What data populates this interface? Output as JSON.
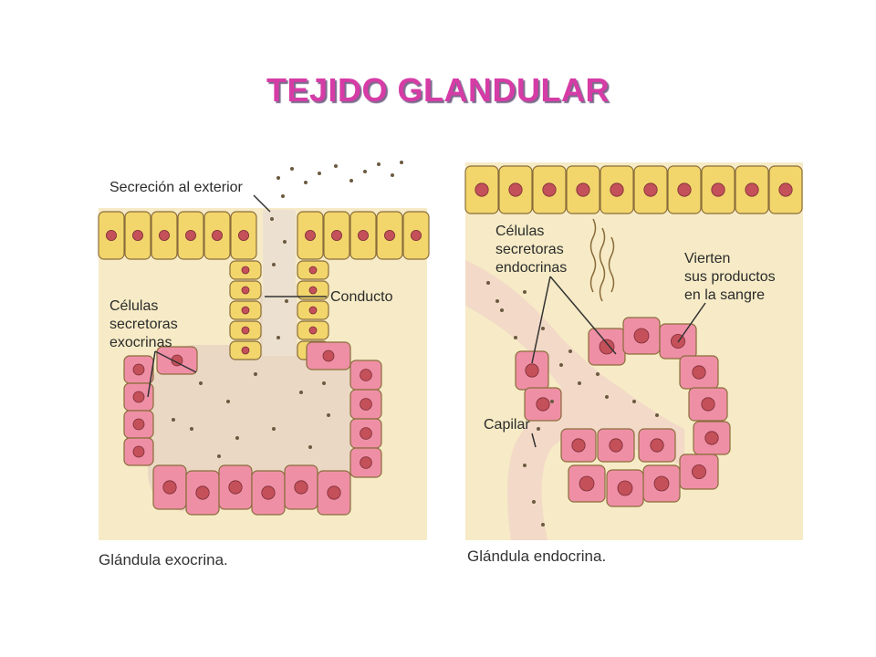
{
  "title": "TEJIDO GLANDULAR",
  "colors": {
    "title": "#d63ca6",
    "background_tissue": "#f6ebc6",
    "epithelial_cell": "#f2d66c",
    "secretory_cell": "#ef8fa6",
    "nucleus": "#c4505a",
    "capillary": "#f3d9c8",
    "secretion_dots": "#6b5a40"
  },
  "exocrine": {
    "label_secretion": "Secreción al exterior",
    "label_duct": "Conducto",
    "label_cells": [
      "Células",
      "secretoras",
      "exocrinas"
    ],
    "caption": "Glándula exocrina."
  },
  "endocrine": {
    "label_cells": [
      "Células",
      "secretoras",
      "endocrinas"
    ],
    "label_products": [
      "Vierten",
      "sus productos",
      "en la sangre"
    ],
    "label_capillary": "Capilar",
    "caption": "Glándula endocrina."
  }
}
